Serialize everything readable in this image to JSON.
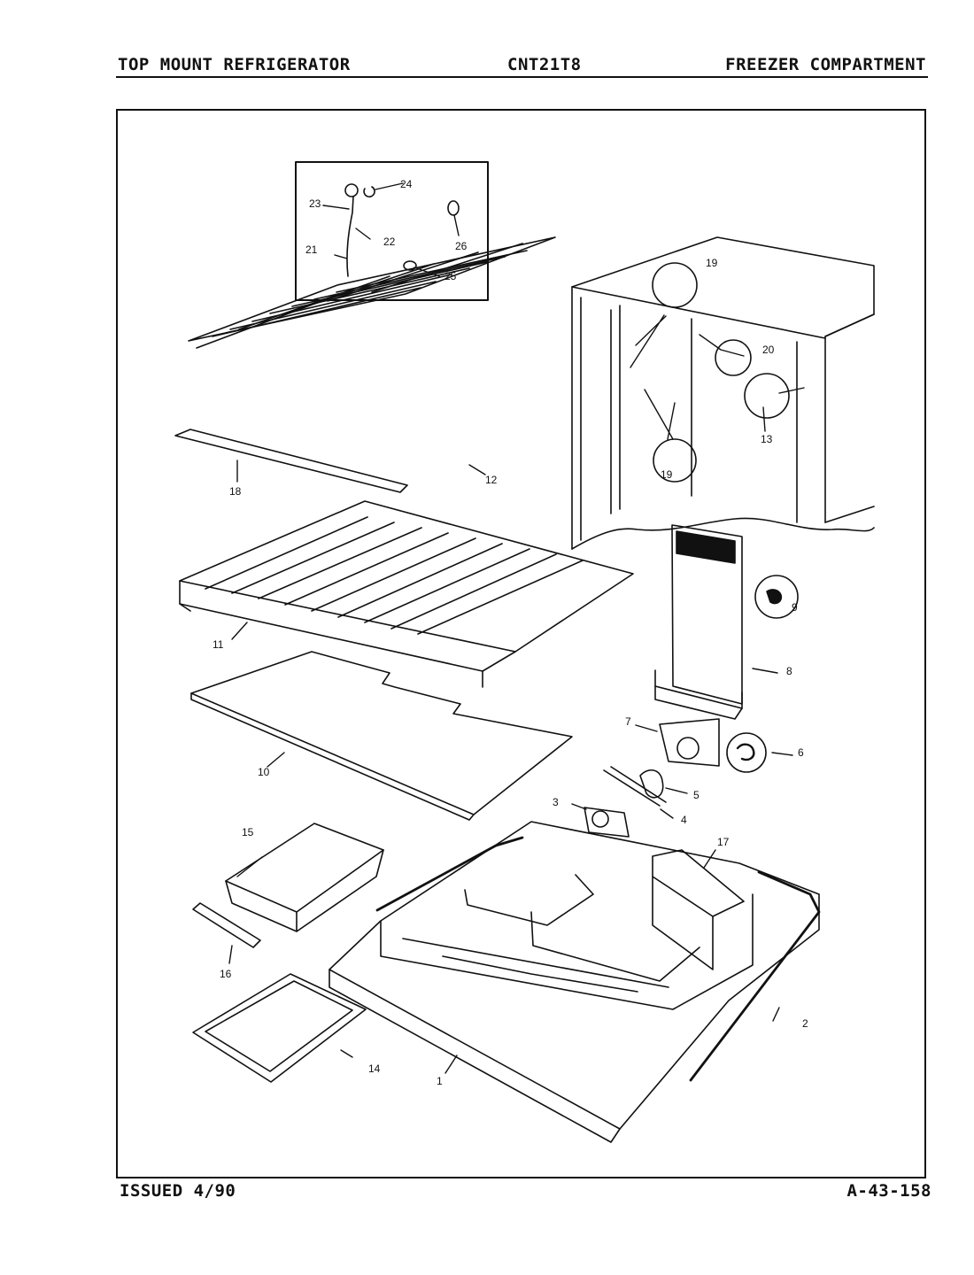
{
  "header": {
    "left": "TOP MOUNT REFRIGERATOR",
    "center": "CNT21T8",
    "right": "FREEZER COMPARTMENT"
  },
  "footer": {
    "issued": "ISSUED 4/90",
    "code": "A-43-158"
  },
  "callouts": {
    "c1": "1",
    "c2": "2",
    "c3": "3",
    "c4": "4",
    "c5": "5",
    "c6": "6",
    "c7": "7",
    "c8": "8",
    "c9": "9",
    "c10": "10",
    "c11": "11",
    "c12": "12",
    "c13": "13",
    "c14": "14",
    "c15": "15",
    "c16": "16",
    "c17": "17",
    "c18": "18",
    "c19a": "19",
    "c19b": "19",
    "c20": "20",
    "c21": "21",
    "c22": "22",
    "c23": "23",
    "c24": "24",
    "c25": "25",
    "c26": "26"
  }
}
